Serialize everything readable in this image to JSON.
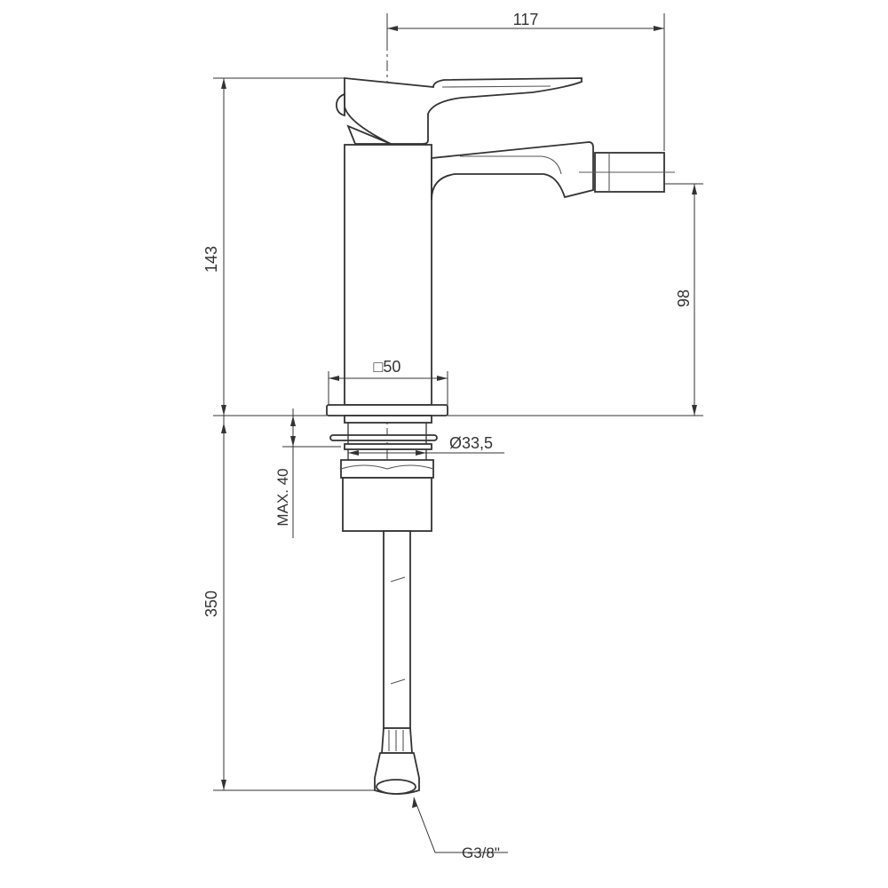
{
  "drawing": {
    "dimensions": {
      "overall_width": "117",
      "height_above_deck": "143",
      "spout_height": "98",
      "body_square": "□50",
      "thread_diameter": "Ø33,5",
      "max_deck_thickness": "MAX. 40",
      "hose_length": "350",
      "hose_connection": "G3/8\""
    }
  }
}
